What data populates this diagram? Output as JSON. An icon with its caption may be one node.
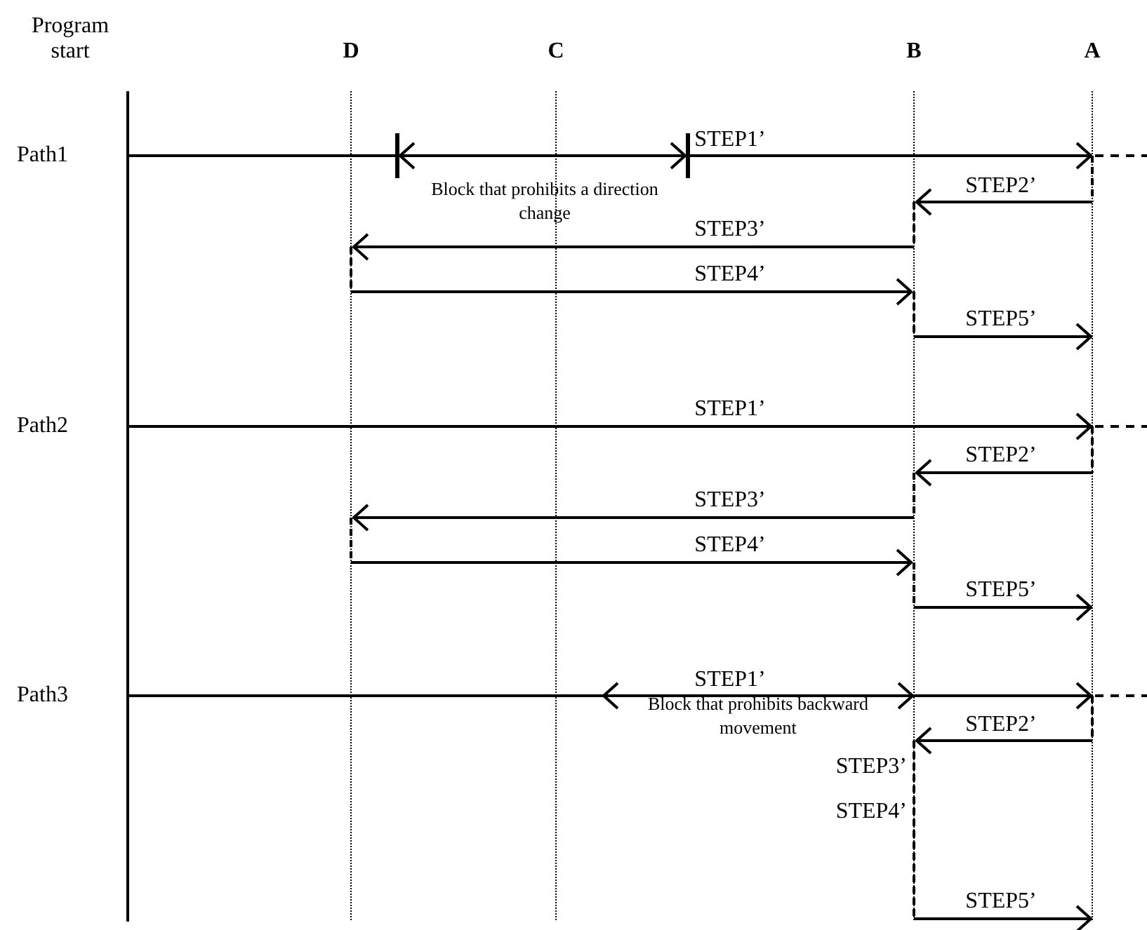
{
  "diagram": {
    "labels": [
      "Program start",
      "D",
      "C",
      "B",
      "A",
      "Path1",
      "STEP1’",
      "Block that prohibits a direction change",
      "STEP2’",
      "STEP3’",
      "STEP4’",
      "STEP5’",
      "Path2",
      "STEP1’",
      "STEP2’",
      "STEP3’",
      "STEP4’",
      "STEP5’",
      "Path3",
      "STEP1’",
      "Block that prohibits backward movement",
      "STEP2’",
      "STEP3’",
      "STEP4’",
      "STEP5’"
    ]
  }
}
